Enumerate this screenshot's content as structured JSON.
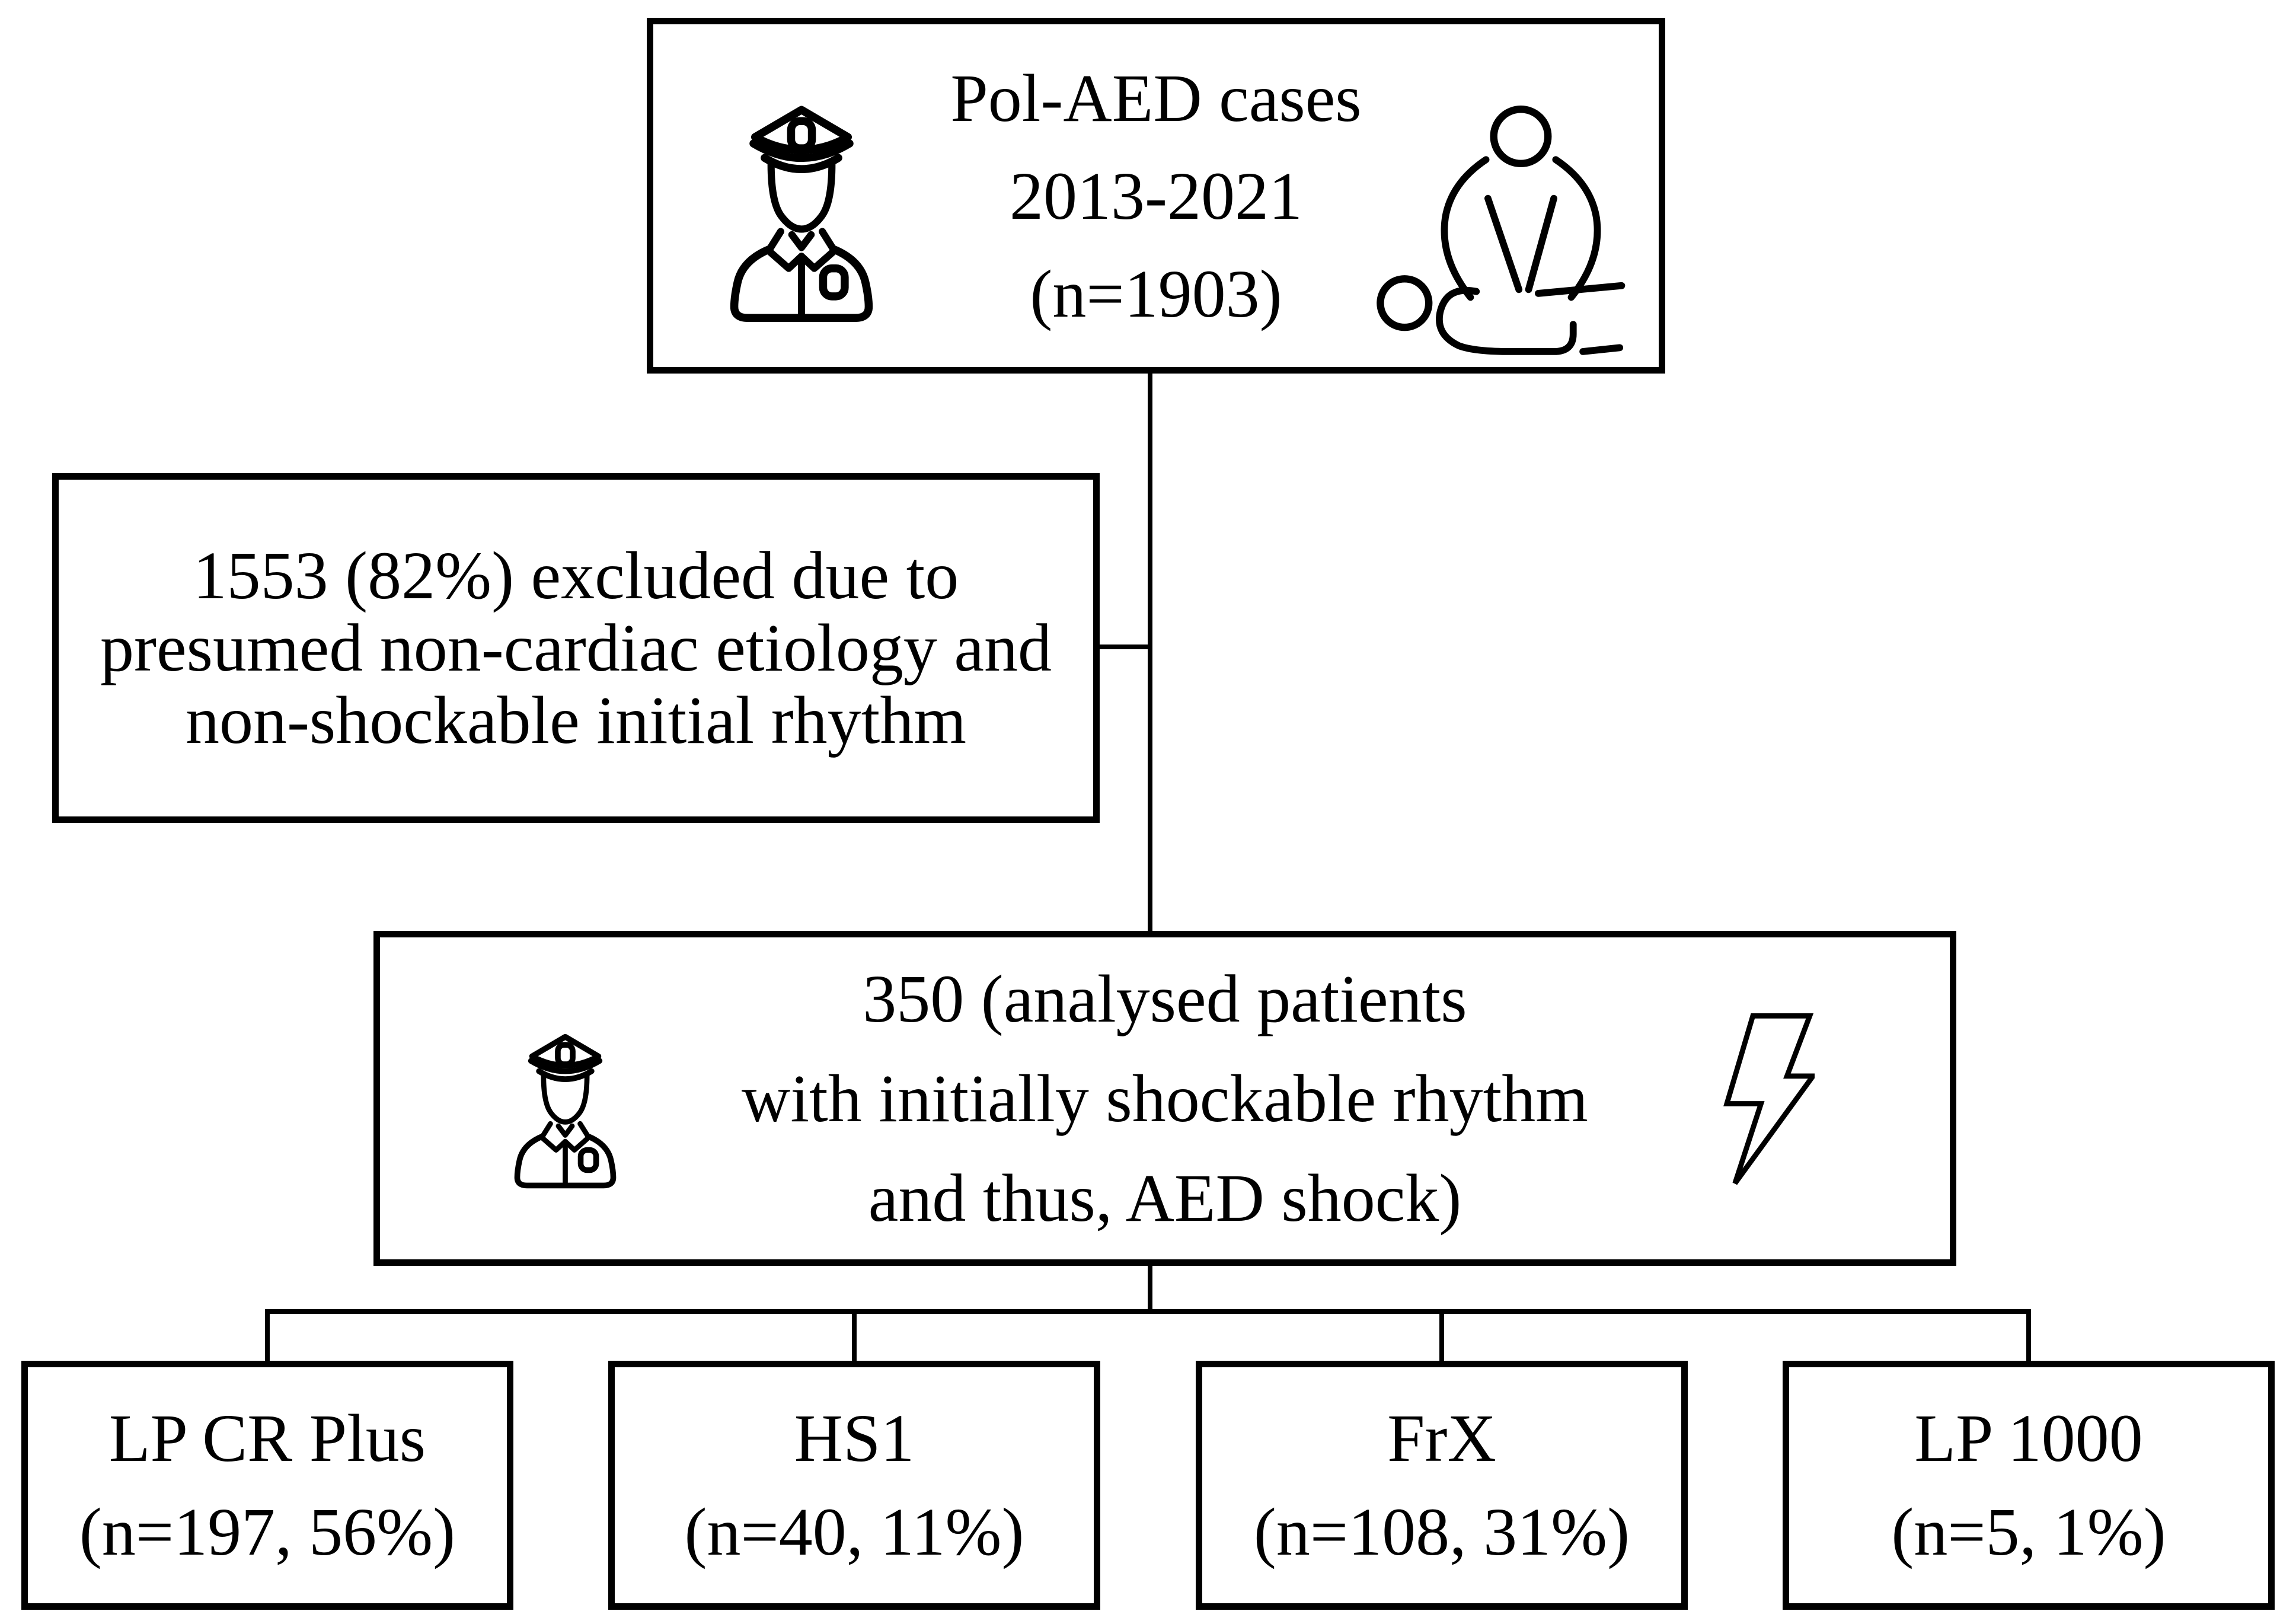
{
  "flowchart": {
    "top_box": {
      "line1": "Pol-AED cases",
      "line2": "2013-2021",
      "line3": "(n=1903)"
    },
    "exclusion_box": {
      "line1": "1553 (82%) excluded due to",
      "line2": "presumed non-cardiac etiology and",
      "line3": "non-shockable initial rhythm"
    },
    "analysed_box": {
      "line1": "350 (analysed patients",
      "line2": "with initially shockable rhythm",
      "line3": "and thus, AED shock)"
    },
    "device_boxes": [
      {
        "label": "LP CR Plus",
        "count": "(n=197, 56%)"
      },
      {
        "label": "HS1",
        "count": "(n=40, 11%)"
      },
      {
        "label": "FrX",
        "count": "(n=108, 31%)"
      },
      {
        "label": "LP 1000",
        "count": "(n=5, 1%)"
      }
    ],
    "icons": {
      "police_officer": "police-officer-icon",
      "cpr": "cpr-compressions-icon",
      "lightning": "lightning-bolt-icon"
    },
    "colors": {
      "stroke": "#000000",
      "background": "#ffffff"
    }
  }
}
